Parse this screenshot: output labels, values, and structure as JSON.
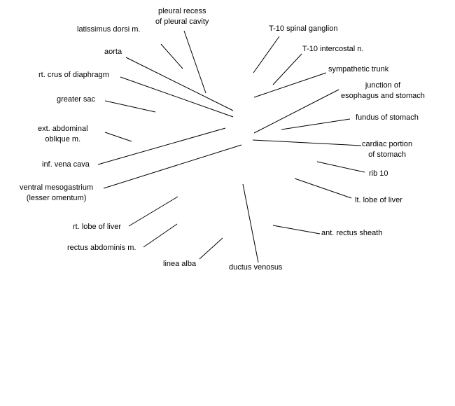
{
  "labels": {
    "pleural_recess": [
      "pleural recess",
      "of pleural cavity"
    ],
    "latissimus_dorsi": "latissimus dorsi m.",
    "aorta": "aorta",
    "rt_crus_diaphragm": "rt. crus of diaphragm",
    "greater_sac": "greater sac",
    "ext_abdominal_oblique": [
      "ext. abdominal",
      "oblique m."
    ],
    "inf_vena_cava": "inf. vena cava",
    "ventral_mesogastrium": [
      "ventral mesogastrium",
      "(lesser omentum)"
    ],
    "rt_lobe_liver": "rt. lobe of liver",
    "rectus_abdominis": "rectus abdominis m.",
    "linea_alba": "linea alba",
    "ductus_venosus": "ductus venosus",
    "ant_rectus_sheath": "ant. rectus sheath",
    "lt_lobe_liver": "lt. lobe of liver",
    "rib_10": "rib 10",
    "cardiac_portion": [
      "cardiac portion",
      "of stomach"
    ],
    "fundus_stomach": "fundus of stomach",
    "junction_esophagus_stomach": [
      "junction of",
      "esophagus and stomach"
    ],
    "sympathetic_trunk": "sympathetic trunk",
    "t10_intercostal": "T-10 intercostal n.",
    "t10_spinal_ganglion": "T-10 spinal ganglion"
  }
}
